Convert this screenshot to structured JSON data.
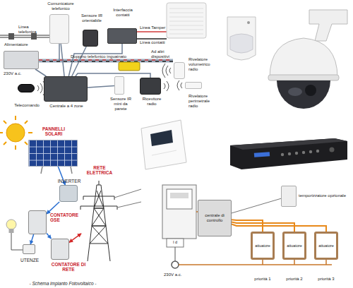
{
  "diagram": {
    "nodes": [
      {
        "text": [
          "Comunicatore telefonico"
        ]
      },
      {
        "text": [
          "Sensore IR orientabile"
        ]
      },
      {
        "text": [
          "Interfaccia contatti"
        ]
      },
      {
        "text": [
          "Alimentatore"
        ]
      },
      {
        "text": [
          "Rivelatore volumetrico radio"
        ]
      },
      {
        "text": [
          "Telecomando"
        ]
      },
      {
        "text": [
          "Centrale a 4 zone"
        ]
      },
      {
        "text": [
          "Sensore IR mini da parete"
        ]
      },
      {
        "text": [
          "Ricevitore radio"
        ]
      },
      {
        "text": [
          "Rivelatore perimetrale radio"
        ]
      },
      {
        "text": [
          "PANNELLI SOLARI"
        ]
      },
      {
        "text": [
          "RETE ELETTRICA"
        ]
      },
      {
        "text": [
          "INVERTER"
        ]
      },
      {
        "text": [
          "CONTATORE GSE"
        ]
      },
      {
        "text": [
          "UTENZE"
        ]
      },
      {
        "text": [
          "CONTATORE DI RETE"
        ]
      },
      {
        "text": [
          "temporizzatore opzionale"
        ]
      },
      {
        "text": [
          "centrale di controllo"
        ]
      },
      {
        "text": [
          "attuatore"
        ]
      },
      {
        "text": [
          "attuatore"
        ]
      },
      {
        "text": [
          "attuatore"
        ]
      }
    ],
    "edges": [
      {
        "from": 3,
        "to": 6,
        "arrow": "none"
      },
      {
        "from": 6,
        "to": 0,
        "arrow": "none"
      },
      {
        "from": 6,
        "to": 1,
        "arrow": "none"
      },
      {
        "from": 6,
        "to": 2,
        "arrow": "none"
      },
      {
        "from": 6,
        "to": 7,
        "arrow": "none"
      },
      {
        "from": 6,
        "to": 8,
        "arrow": "none"
      },
      {
        "from": 10,
        "to": 12,
        "arrow": "to"
      },
      {
        "from": 12,
        "to": 13,
        "arrow": "to"
      },
      {
        "from": 13,
        "to": 14,
        "arrow": "to"
      },
      {
        "from": 13,
        "to": 15,
        "arrow": "to"
      },
      {
        "from": 15,
        "to": 11,
        "arrow": "both"
      },
      {
        "from": 16,
        "to": 17,
        "arrow": "none"
      },
      {
        "from": 17,
        "to": 18,
        "arrow": "none"
      },
      {
        "from": 17,
        "to": 19,
        "arrow": "none"
      },
      {
        "from": 17,
        "to": 20,
        "arrow": "none"
      }
    ],
    "labels": [
      "Linea telefonica",
      "Linea Tamper",
      "Linea contatti",
      "Doppino telefonico inguainato",
      "Ad altri dispositivi",
      "230V a.c.",
      "I d",
      "230V a.c.",
      "priorità 1",
      "priorità 2",
      "priorità 3",
      "- Schema impianto Fotovoltaico -"
    ]
  }
}
